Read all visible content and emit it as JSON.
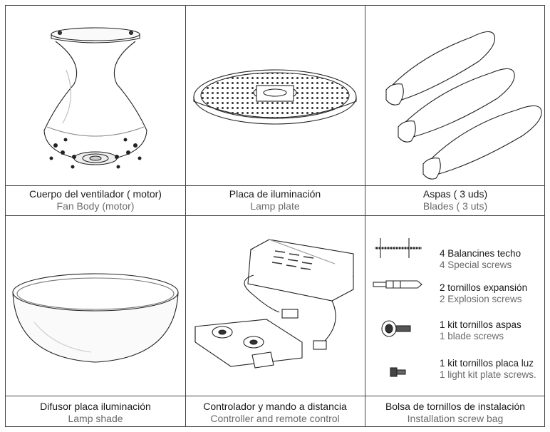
{
  "cells": [
    {
      "label_es": "Cuerpo del ventilador ( motor)",
      "label_en": "Fan Body (motor)",
      "icon": "fan-body-motor-illustration"
    },
    {
      "label_es": "Placa de iluminación",
      "label_en": "Lamp plate",
      "icon": "lamp-plate-illustration"
    },
    {
      "label_es": "Aspas ( 3 uds)",
      "label_en": "Blades ( 3 uts)",
      "icon": "fan-blades-illustration"
    },
    {
      "label_es": "Difusor placa iluminación",
      "label_en": "Lamp shade",
      "icon": "lamp-shade-illustration"
    },
    {
      "label_es": "Controlador y mando a distancia",
      "label_en": "Controller and remote control",
      "icon": "controller-remote-illustration"
    },
    {
      "label_es": "Bolsa de tornillos de instalación",
      "label_en": "Installation screw bag",
      "icon": "screw-bag-illustration"
    }
  ],
  "screws": [
    {
      "es": "4 Balancines techo",
      "en": "4 Special screws",
      "icon": "special-screw-icon"
    },
    {
      "es": "2 tornillos expansión",
      "en": "2 Explosion screws",
      "icon": "expansion-screw-icon"
    },
    {
      "es": "1 kit tornillos aspas",
      "en": "1 blade screws",
      "icon": "blade-screw-icon"
    },
    {
      "es": "1 kit tornillos placa luz",
      "en": "1 light kit plate screws.",
      "icon": "light-plate-screw-icon"
    }
  ]
}
